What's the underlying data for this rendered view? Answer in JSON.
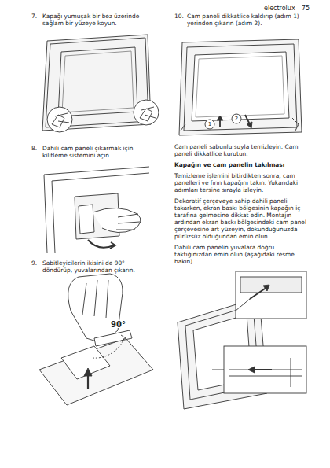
{
  "diagram": {
    "labels": [
      "electrolux",
      "75",
      "7.",
      "Kapağı yumuşak bir bez üzerinde sağlam bir yüzeye koyun.",
      "8.",
      "Dahili cam paneli çıkarmak için kilitleme sistemini açın.",
      "9.",
      "Sabitleyicilerin ikisini de 90° döndürüp, yuvalarından çıkarın.",
      "90°",
      "10.",
      "Cam paneli dikkatlice kaldırıp (adım 1) yerinden çıkarın (adım 2).",
      "1",
      "2",
      "Cam paneli sabunlu suyla temizleyin. Cam paneli dikkatlice kurutun.",
      "Kapağın ve cam panelin takılması",
      "Temizleme işlemini bitirdikten sonra, cam panelleri ve fırın kapağını takın. Yukarıdaki adımları tersine sırayla izleyin.",
      "Dekoratif çerçeveye sahip dahili paneli takarken, ekran baskı bölgesinin kapağın iç tarafına gelmesine dikkat edin. Montajın ardından ekran baskı bölgesindeki cam panel çerçevesine art yüzeyin, dokunduğunuzda pürüzsüz olduğundan emin olun.",
      "Dahili cam panelin yuvalara doğru taktığınızdan emin olun (aşağıdaki resme bakın)."
    ]
  }
}
